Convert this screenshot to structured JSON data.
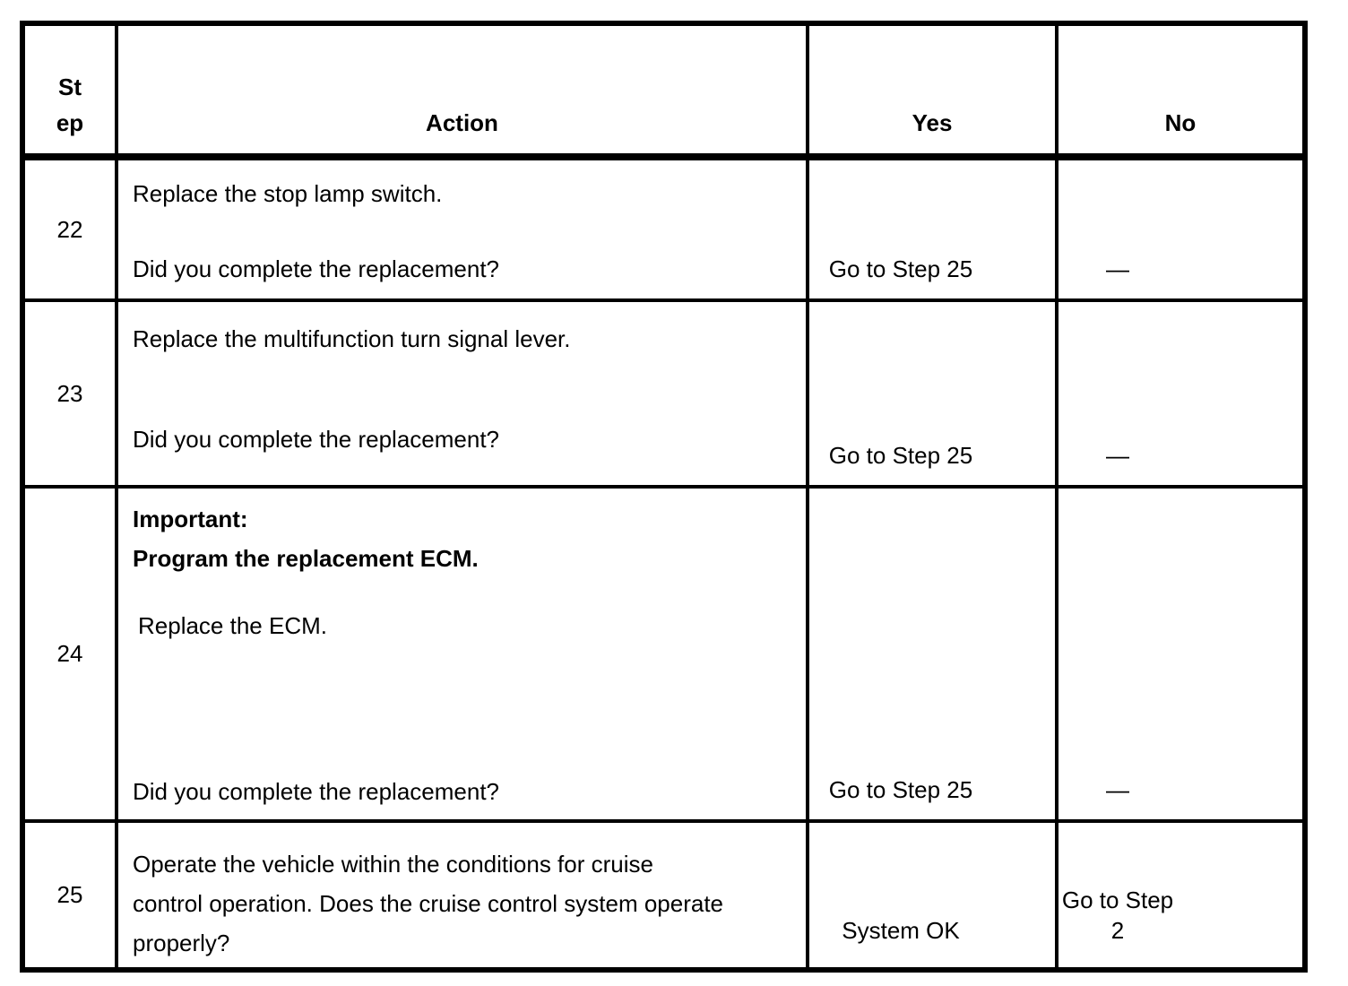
{
  "colors": {
    "text": "#000000",
    "border": "#000000",
    "background": "#ffffff"
  },
  "table": {
    "columns": [
      {
        "key": "step",
        "label_lines": [
          "St",
          "ep"
        ]
      },
      {
        "key": "action",
        "label": "Action"
      },
      {
        "key": "yes",
        "label": "Yes"
      },
      {
        "key": "no",
        "label": "No"
      }
    ],
    "rows": [
      {
        "step": "22",
        "action_instruction": "Replace the stop lamp switch.",
        "action_question": "Did you complete the replacement?",
        "yes": "Go to Step 25",
        "no": "—"
      },
      {
        "step": "23",
        "action_instruction": "Replace the multifunction turn signal lever.",
        "action_question": "Did you complete the replacement?",
        "yes": "Go to Step 25",
        "no": "—"
      },
      {
        "step": "24",
        "action_important_lines": [
          "Important:",
          "Program the replacement ECM."
        ],
        "action_instruction": "Replace the ECM.",
        "action_question": "Did you complete the replacement?",
        "yes": "Go to Step 25",
        "no": "—"
      },
      {
        "step": "25",
        "action_question": "Operate the vehicle within the conditions for cruise control operation. Does the cruise control system operate properly?",
        "yes": "System OK",
        "no": "Go to Step 2"
      }
    ]
  }
}
